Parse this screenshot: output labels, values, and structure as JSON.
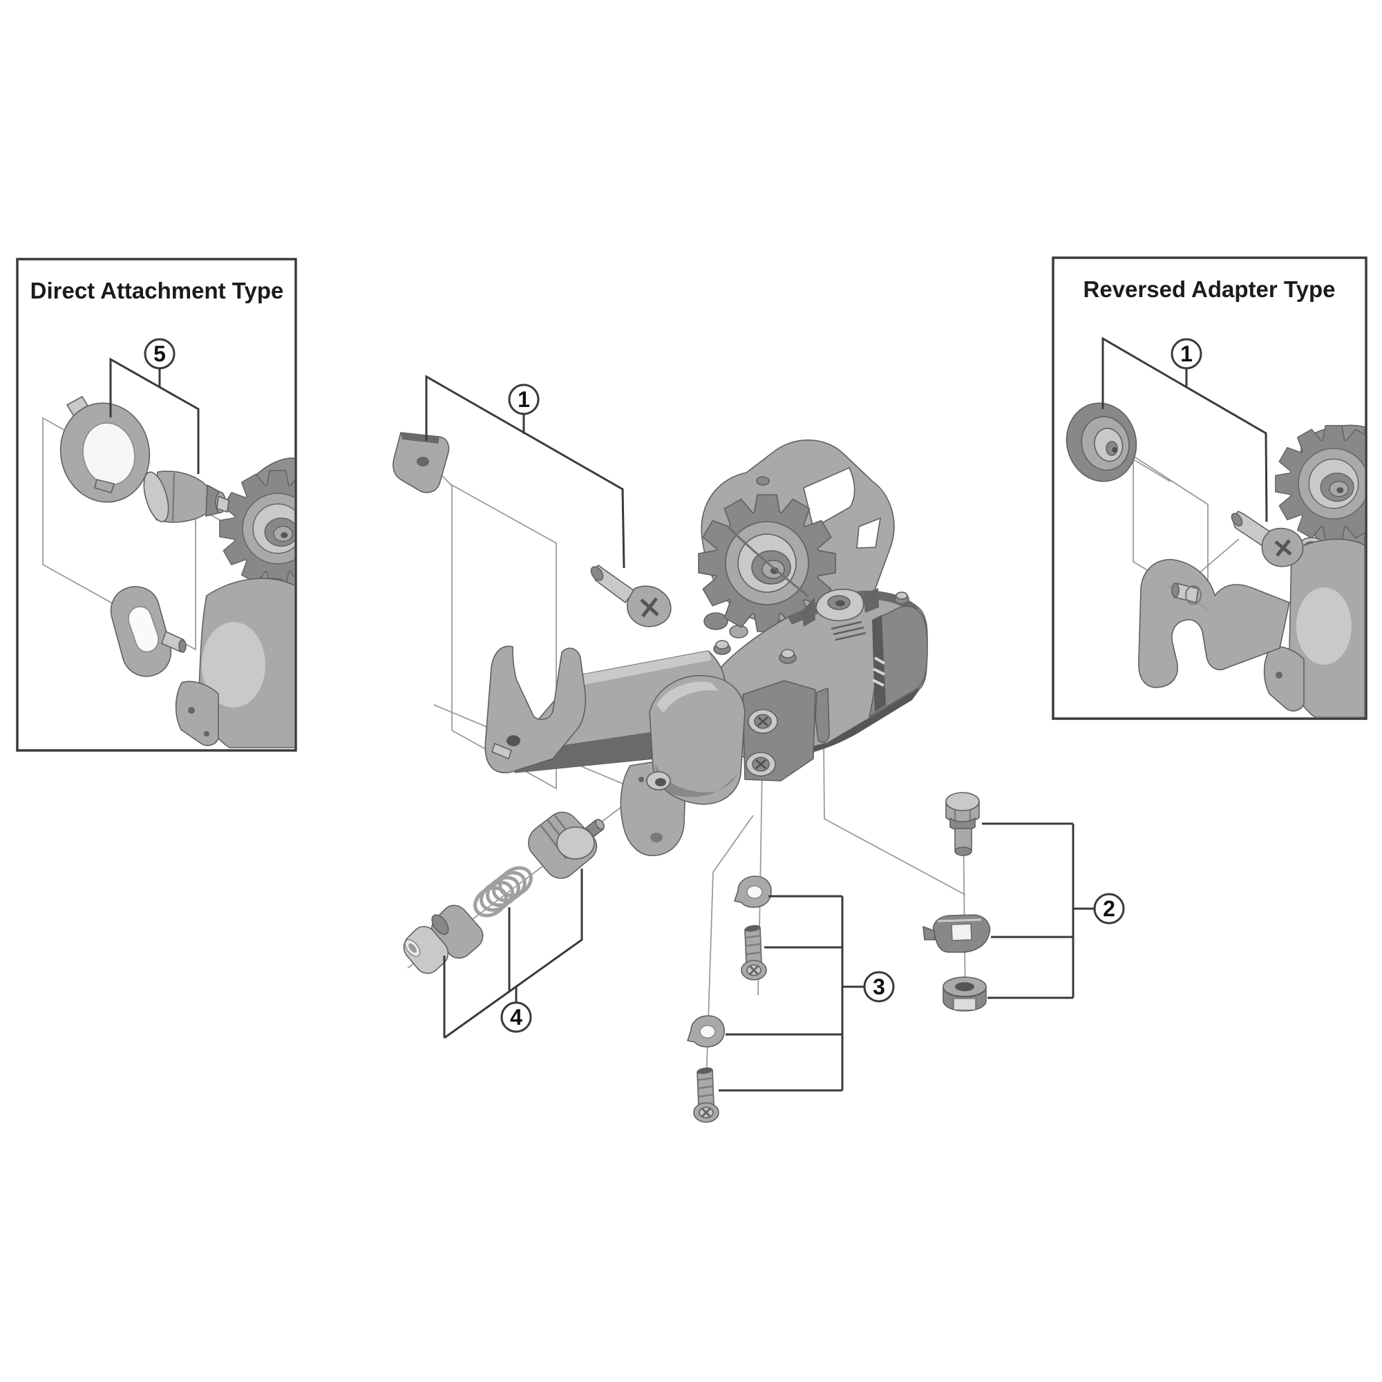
{
  "diagram": {
    "boxes": [
      {
        "id": "direct-attachment",
        "title": "Direct Attachment Type"
      },
      {
        "id": "reversed-adapter",
        "title": "Reversed Adapter Type"
      }
    ],
    "callouts": [
      {
        "id": "main-1",
        "label": "1"
      },
      {
        "id": "direct-5",
        "label": "5"
      },
      {
        "id": "reversed-1",
        "label": "1"
      },
      {
        "id": "group-2",
        "label": "2"
      },
      {
        "id": "group-3",
        "label": "3"
      },
      {
        "id": "group-4",
        "label": "4"
      }
    ],
    "colors": {
      "background": "#ffffff",
      "line": "#3a3a3a",
      "thin_line": "#9a9a9a",
      "text": "#1b1b1b",
      "part_light": "#c9c9c9",
      "part_mid": "#a9a9a9",
      "part_dark": "#888888",
      "part_darker": "#5f5f5f"
    }
  }
}
